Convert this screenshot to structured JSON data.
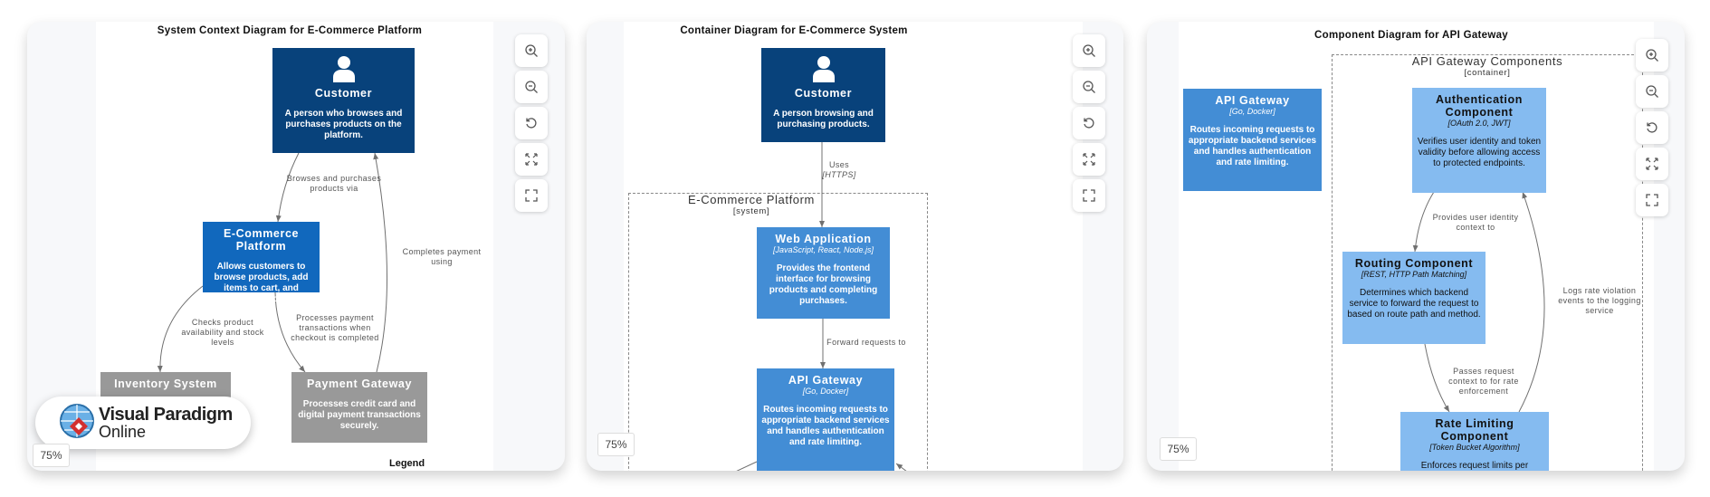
{
  "panels": [
    {
      "title": "System Context Diagram for E-Commerce Platform",
      "zoom_level": "75%",
      "elements": {
        "customer": {
          "name": "Customer",
          "desc": "A person who browses and purchases products on the platform."
        },
        "platform": {
          "name": "E-Commerce Platform",
          "desc": "Allows customers to browse products, add items to cart, and complete purchases."
        },
        "inventory": {
          "name": "Inventory System"
        },
        "payment": {
          "name": "Payment Gateway",
          "desc": "Processes credit card and digital payment transactions securely."
        }
      },
      "relations": {
        "browses": "Browses and purchases products via",
        "completes": "Completes payment using",
        "checks": "Checks product availability and stock levels",
        "processes": "Processes payment transactions when checkout is completed"
      },
      "legend": "Legend",
      "logo": {
        "line1": "Visual Paradigm",
        "line2": "Online"
      }
    },
    {
      "title": "Container Diagram for E-Commerce System",
      "zoom_level": "75%",
      "boundary": {
        "name": "E-Commerce Platform",
        "type": "[system]"
      },
      "elements": {
        "customer": {
          "name": "Customer",
          "desc": "A person browsing and purchasing products."
        },
        "webapp": {
          "name": "Web Application",
          "tech": "[JavaScript, React, Node.js]",
          "desc": "Provides the frontend interface for browsing products and completing purchases."
        },
        "gateway": {
          "name": "API Gateway",
          "tech": "[Go, Docker]",
          "desc": "Routes incoming requests to appropriate backend services and handles authentication and rate limiting."
        }
      },
      "relations": {
        "uses": "Uses",
        "uses_tech": "[HTTPS]",
        "forward": "Forward requests to"
      }
    },
    {
      "title": "Component Diagram for API Gateway",
      "zoom_level": "75%",
      "boundary": {
        "name": "API Gateway Components",
        "type": "[container]"
      },
      "elements": {
        "gateway": {
          "name": "API Gateway",
          "tech": "[Go, Docker]",
          "desc": "Routes incoming requests to appropriate backend services and handles authentication and rate limiting."
        },
        "auth": {
          "name": "Authentication Component",
          "tech": "[OAuth 2.0, JWT]",
          "desc": "Verifies user identity and token validity before allowing access to protected endpoints."
        },
        "routing": {
          "name": "Routing Component",
          "tech": "[REST, HTTP Path Matching]",
          "desc": "Determines which backend service to forward the request to based on route path and method."
        },
        "rate": {
          "name": "Rate Limiting Component",
          "tech": "[Token Bucket Algorithm]",
          "desc": "Enforces request limits per"
        }
      },
      "relations": {
        "provides": "Provides user identity context to",
        "logs": "Logs rate violation events to the logging service",
        "passes": "Passes request context to for rate enforcement"
      }
    }
  ],
  "controls": {
    "zoom_in": "zoom-in-icon",
    "zoom_out": "zoom-out-icon",
    "reset": "reset-icon",
    "fit": "fit-icon",
    "fullscreen": "fullscreen-icon"
  },
  "colors": {
    "person": "#08427b",
    "system": "#1168bd",
    "external": "#999999",
    "container": "#438dd5",
    "component": "#85bbf0"
  }
}
